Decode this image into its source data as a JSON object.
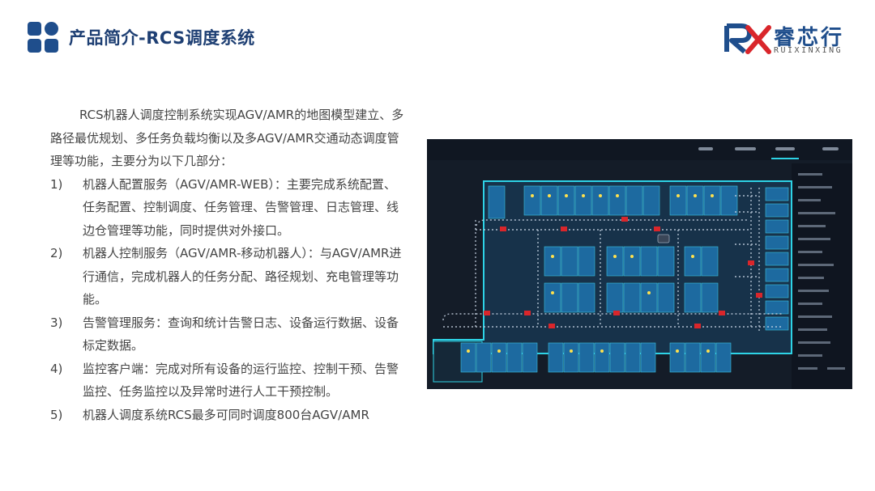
{
  "header": {
    "title": "产品简介-RCS调度系统",
    "logo_text": "睿芯行",
    "logo_sub": "RUIXINXING"
  },
  "content": {
    "intro": "RCS机器人调度控制系统实现AGV/AMR的地图模型建立、多路径最优规划、多任务负载均衡以及多AGV/AMR交通动态调度管理等功能，主要分为以下几部分：",
    "items": [
      {
        "num": "1)",
        "text": "机器人配置服务（AGV/AMR-WEB）：主要完成系统配置、任务配置、控制调度、任务管理、告警管理、日志管理、线边仓管理等功能，同时提供对外接口。"
      },
      {
        "num": "2)",
        "text": "机器人控制服务（AGV/AMR-移动机器人）：与AGV/AMR进行通信，完成机器人的任务分配、路径规划、充电管理等功能。"
      },
      {
        "num": "3)",
        "text": "告警管理服务：查询和统计告警日志、设备运行数据、设备标定数据。"
      },
      {
        "num": "4)",
        "text": "监控客户端：完成对所有设备的运行监控、控制干预、告警监控、任务监控以及异常时进行人工干预控制。"
      },
      {
        "num": "5)",
        "text": "机器人调度系统RCS最多可同时调度800台AGV/AMR"
      }
    ]
  },
  "colors": {
    "title": "#1e3f73",
    "brand_blue": "#1f4e8c",
    "brand_red": "#d9262b",
    "screen_bg": "#141c28",
    "map_cyan": "#2ed3e6",
    "slot_blue": "#1d6aa0"
  }
}
